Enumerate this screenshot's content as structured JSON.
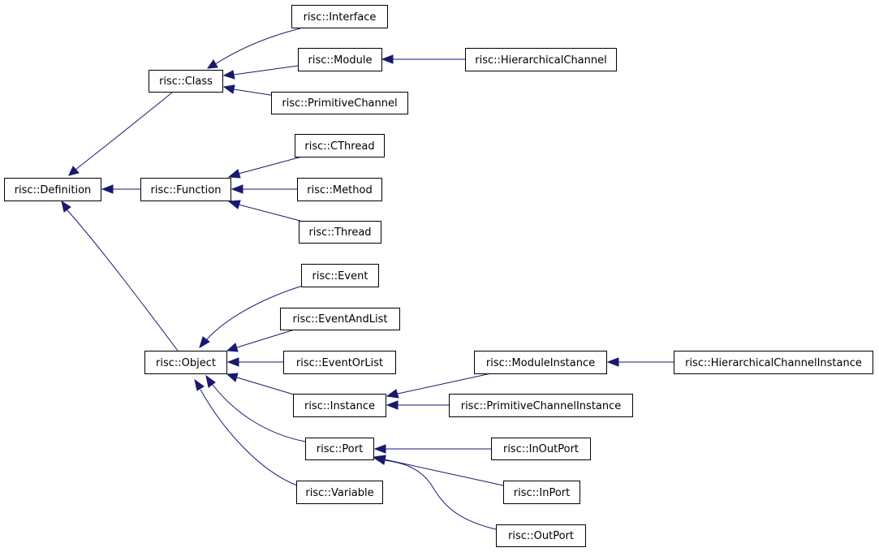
{
  "diagram": {
    "colors": {
      "edge": "#191970",
      "node_border": "#000000",
      "node_fill": "#ffffff",
      "text": "#000000"
    },
    "nodes": {
      "definition": "risc::Definition",
      "class": "risc::Class",
      "function": "risc::Function",
      "object": "risc::Object",
      "interface": "risc::Interface",
      "module": "risc::Module",
      "primitive_channel": "risc::PrimitiveChannel",
      "hierarchical_channel": "risc::HierarchicalChannel",
      "cthread": "risc::CThread",
      "method": "risc::Method",
      "thread": "risc::Thread",
      "event": "risc::Event",
      "event_and_list": "risc::EventAndList",
      "event_or_list": "risc::EventOrList",
      "instance": "risc::Instance",
      "port": "risc::Port",
      "variable": "risc::Variable",
      "module_instance": "risc::ModuleInstance",
      "primitive_channel_instance": "risc::PrimitiveChannelInstance",
      "hierarchical_channel_instance": "risc::HierarchicalChannelInstance",
      "in_out_port": "risc::InOutPort",
      "in_port": "risc::InPort",
      "out_port": "risc::OutPort"
    },
    "edges": [
      {
        "from": "class",
        "to": "definition"
      },
      {
        "from": "function",
        "to": "definition"
      },
      {
        "from": "object",
        "to": "definition"
      },
      {
        "from": "interface",
        "to": "class"
      },
      {
        "from": "module",
        "to": "class"
      },
      {
        "from": "primitive_channel",
        "to": "class"
      },
      {
        "from": "hierarchical_channel",
        "to": "module"
      },
      {
        "from": "cthread",
        "to": "function"
      },
      {
        "from": "method",
        "to": "function"
      },
      {
        "from": "thread",
        "to": "function"
      },
      {
        "from": "event",
        "to": "object"
      },
      {
        "from": "event_and_list",
        "to": "object"
      },
      {
        "from": "event_or_list",
        "to": "object"
      },
      {
        "from": "instance",
        "to": "object"
      },
      {
        "from": "port",
        "to": "object"
      },
      {
        "from": "variable",
        "to": "object"
      },
      {
        "from": "module_instance",
        "to": "instance"
      },
      {
        "from": "primitive_channel_instance",
        "to": "instance"
      },
      {
        "from": "hierarchical_channel_instance",
        "to": "module_instance"
      },
      {
        "from": "in_out_port",
        "to": "port"
      },
      {
        "from": "in_port",
        "to": "port"
      },
      {
        "from": "out_port",
        "to": "port"
      }
    ]
  }
}
